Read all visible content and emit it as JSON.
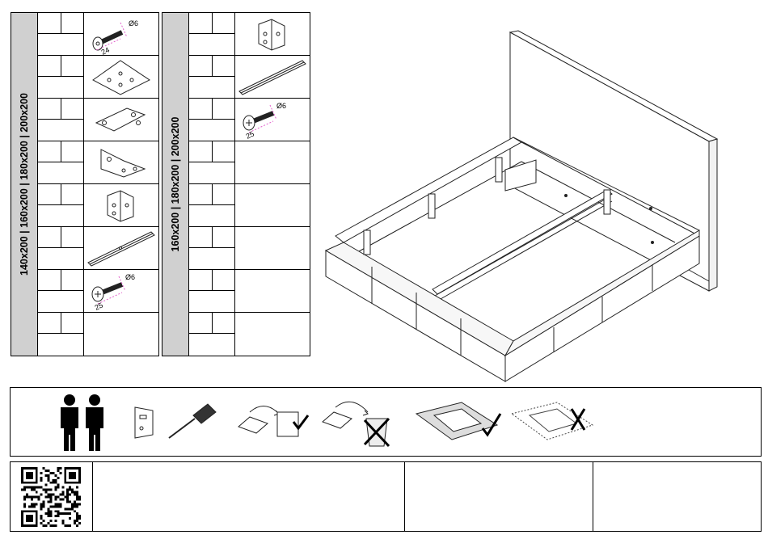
{
  "part_tables": [
    {
      "size_label": "140x200 | 160x200 | 180x200 | 200x200",
      "icons": [
        "bolt-6x24-icon",
        "triangle-corner-plate-icon",
        "angle-bracket-icon",
        "bent-bracket-icon",
        "corner-bracket-icon",
        "cross-rail-icon",
        "bolt-6x25-icon",
        ""
      ]
    },
    {
      "size_label": "160x200 | 180x200 | 200x200",
      "icons": [
        "corner-bracket-icon",
        "long-rail-icon",
        "bolt-6x25-icon",
        "",
        "",
        "",
        "",
        ""
      ]
    }
  ],
  "hardware_labels": {
    "bolt_a_dia": "Ø6",
    "bolt_a_len": "24",
    "bolt_b_dia": "Ø6",
    "bolt_b_len": "25",
    "bolt_c_dia": "Ø6",
    "bolt_c_len": "25"
  },
  "tools_bar": {
    "icons": [
      "two-persons-icon",
      "hex-key-icon",
      "screwdriver-icon",
      "recycle-paper-icon",
      "discard-packaging-icon",
      "soft-surface-ok-icon",
      "hard-surface-not-ok-icon"
    ]
  },
  "footer": {
    "icons": [
      "qr-code-icon"
    ]
  }
}
